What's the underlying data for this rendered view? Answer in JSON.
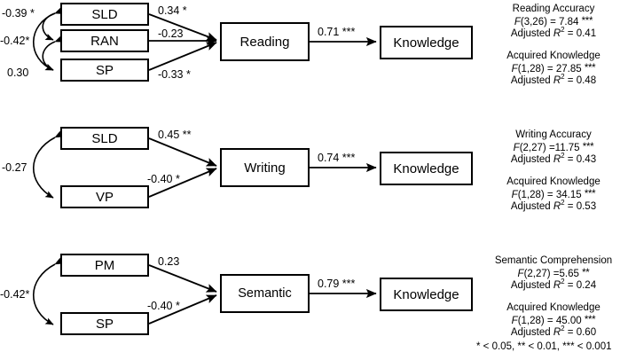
{
  "figure": {
    "type": "path-diagram",
    "significance_legend": "* < 0.05, ** < 0.01, *** < 0.001"
  },
  "panels": [
    {
      "id": "reading",
      "predictors": [
        {
          "label": "SLD"
        },
        {
          "label": "RAN"
        },
        {
          "label": "SP"
        }
      ],
      "mediator": {
        "label": "Reading"
      },
      "outcome": {
        "label": "Knowledge"
      },
      "correlations": [
        {
          "pair": "SLD-RAN",
          "value": "-0.39 *"
        },
        {
          "pair": "SLD-SP",
          "value": "-0.42*"
        },
        {
          "pair": "RAN-SP",
          "value": "0.30"
        }
      ],
      "paths": [
        {
          "from": "SLD",
          "to": "Reading",
          "value": "0.34 *"
        },
        {
          "from": "RAN",
          "to": "Reading",
          "value": "-0.23"
        },
        {
          "from": "SP",
          "to": "Reading",
          "value": "-0.33 *"
        },
        {
          "from": "Reading",
          "to": "Knowledge",
          "value": "0.71 ***"
        }
      ],
      "stats": [
        {
          "title": "Reading Accuracy",
          "f_line": "F(3,26) = 7.84 ***",
          "f_label": "F",
          "f_rest": "(3,26) = 7.84 ",
          "f_stars": "***",
          "r2_prefix": "Adjusted ",
          "r2_symbol": "R",
          "r2_sup": "2",
          "r2_value": " = 0.41"
        },
        {
          "title": "Acquired Knowledge",
          "f_line": "F(1,28) = 27.85 ***",
          "f_label": "F",
          "f_rest": "(1,28) = 27.85 ",
          "f_stars": "***",
          "r2_prefix": "Adjusted ",
          "r2_symbol": "R",
          "r2_sup": "2",
          "r2_value": " = 0.48"
        }
      ]
    },
    {
      "id": "writing",
      "predictors": [
        {
          "label": "SLD"
        },
        {
          "label": "VP"
        }
      ],
      "mediator": {
        "label": "Writing"
      },
      "outcome": {
        "label": "Knowledge"
      },
      "correlations": [
        {
          "pair": "SLD-VP",
          "value": "-0.27"
        }
      ],
      "paths": [
        {
          "from": "SLD",
          "to": "Writing",
          "value": "0.45 **"
        },
        {
          "from": "VP",
          "to": "Writing",
          "value": "-0.40 *"
        },
        {
          "from": "Writing",
          "to": "Knowledge",
          "value": "0.74 ***"
        }
      ],
      "stats": [
        {
          "title": "Writing Accuracy",
          "f_line": "F(2,27) =11.75 ***",
          "f_label": "F",
          "f_rest": "(2,27) =11.75 ",
          "f_stars": "***",
          "r2_prefix": "Adjusted ",
          "r2_symbol": "R",
          "r2_sup": "2",
          "r2_value": " = 0.43"
        },
        {
          "title": "Acquired Knowledge",
          "f_line": "F(1,28) = 34.15 ***",
          "f_label": "F",
          "f_rest": "(1,28) = 34.15 ",
          "f_stars": "***",
          "r2_prefix": "Adjusted ",
          "r2_symbol": "R",
          "r2_sup": "2",
          "r2_value": " = 0.53"
        }
      ]
    },
    {
      "id": "semantic",
      "predictors": [
        {
          "label": "PM"
        },
        {
          "label": "SP"
        }
      ],
      "mediator": {
        "label": "Semantic"
      },
      "outcome": {
        "label": "Knowledge"
      },
      "correlations": [
        {
          "pair": "PM-SP",
          "value": "-0.42*"
        }
      ],
      "paths": [
        {
          "from": "PM",
          "to": "Semantic",
          "value": "0.23"
        },
        {
          "from": "SP",
          "to": "Semantic",
          "value": "-0.40 *"
        },
        {
          "from": "Semantic",
          "to": "Knowledge",
          "value": "0.79 ***"
        }
      ],
      "stats": [
        {
          "title": "Semantic Comprehension",
          "f_line": "F(2,27) =5.65 **",
          "f_label": "F",
          "f_rest": "(2,27) =5.65 ",
          "f_stars": "**",
          "r2_prefix": "Adjusted ",
          "r2_symbol": "R",
          "r2_sup": "2",
          "r2_value": " = 0.24"
        },
        {
          "title": "Acquired Knowledge",
          "f_line": "F(1,28) = 45.00 ***",
          "f_label": "F",
          "f_rest": "(1,28) = 45.00 ",
          "f_stars": "***",
          "r2_prefix": "Adjusted ",
          "r2_symbol": "R",
          "r2_sup": "2",
          "r2_value": " = 0.60"
        }
      ]
    }
  ]
}
